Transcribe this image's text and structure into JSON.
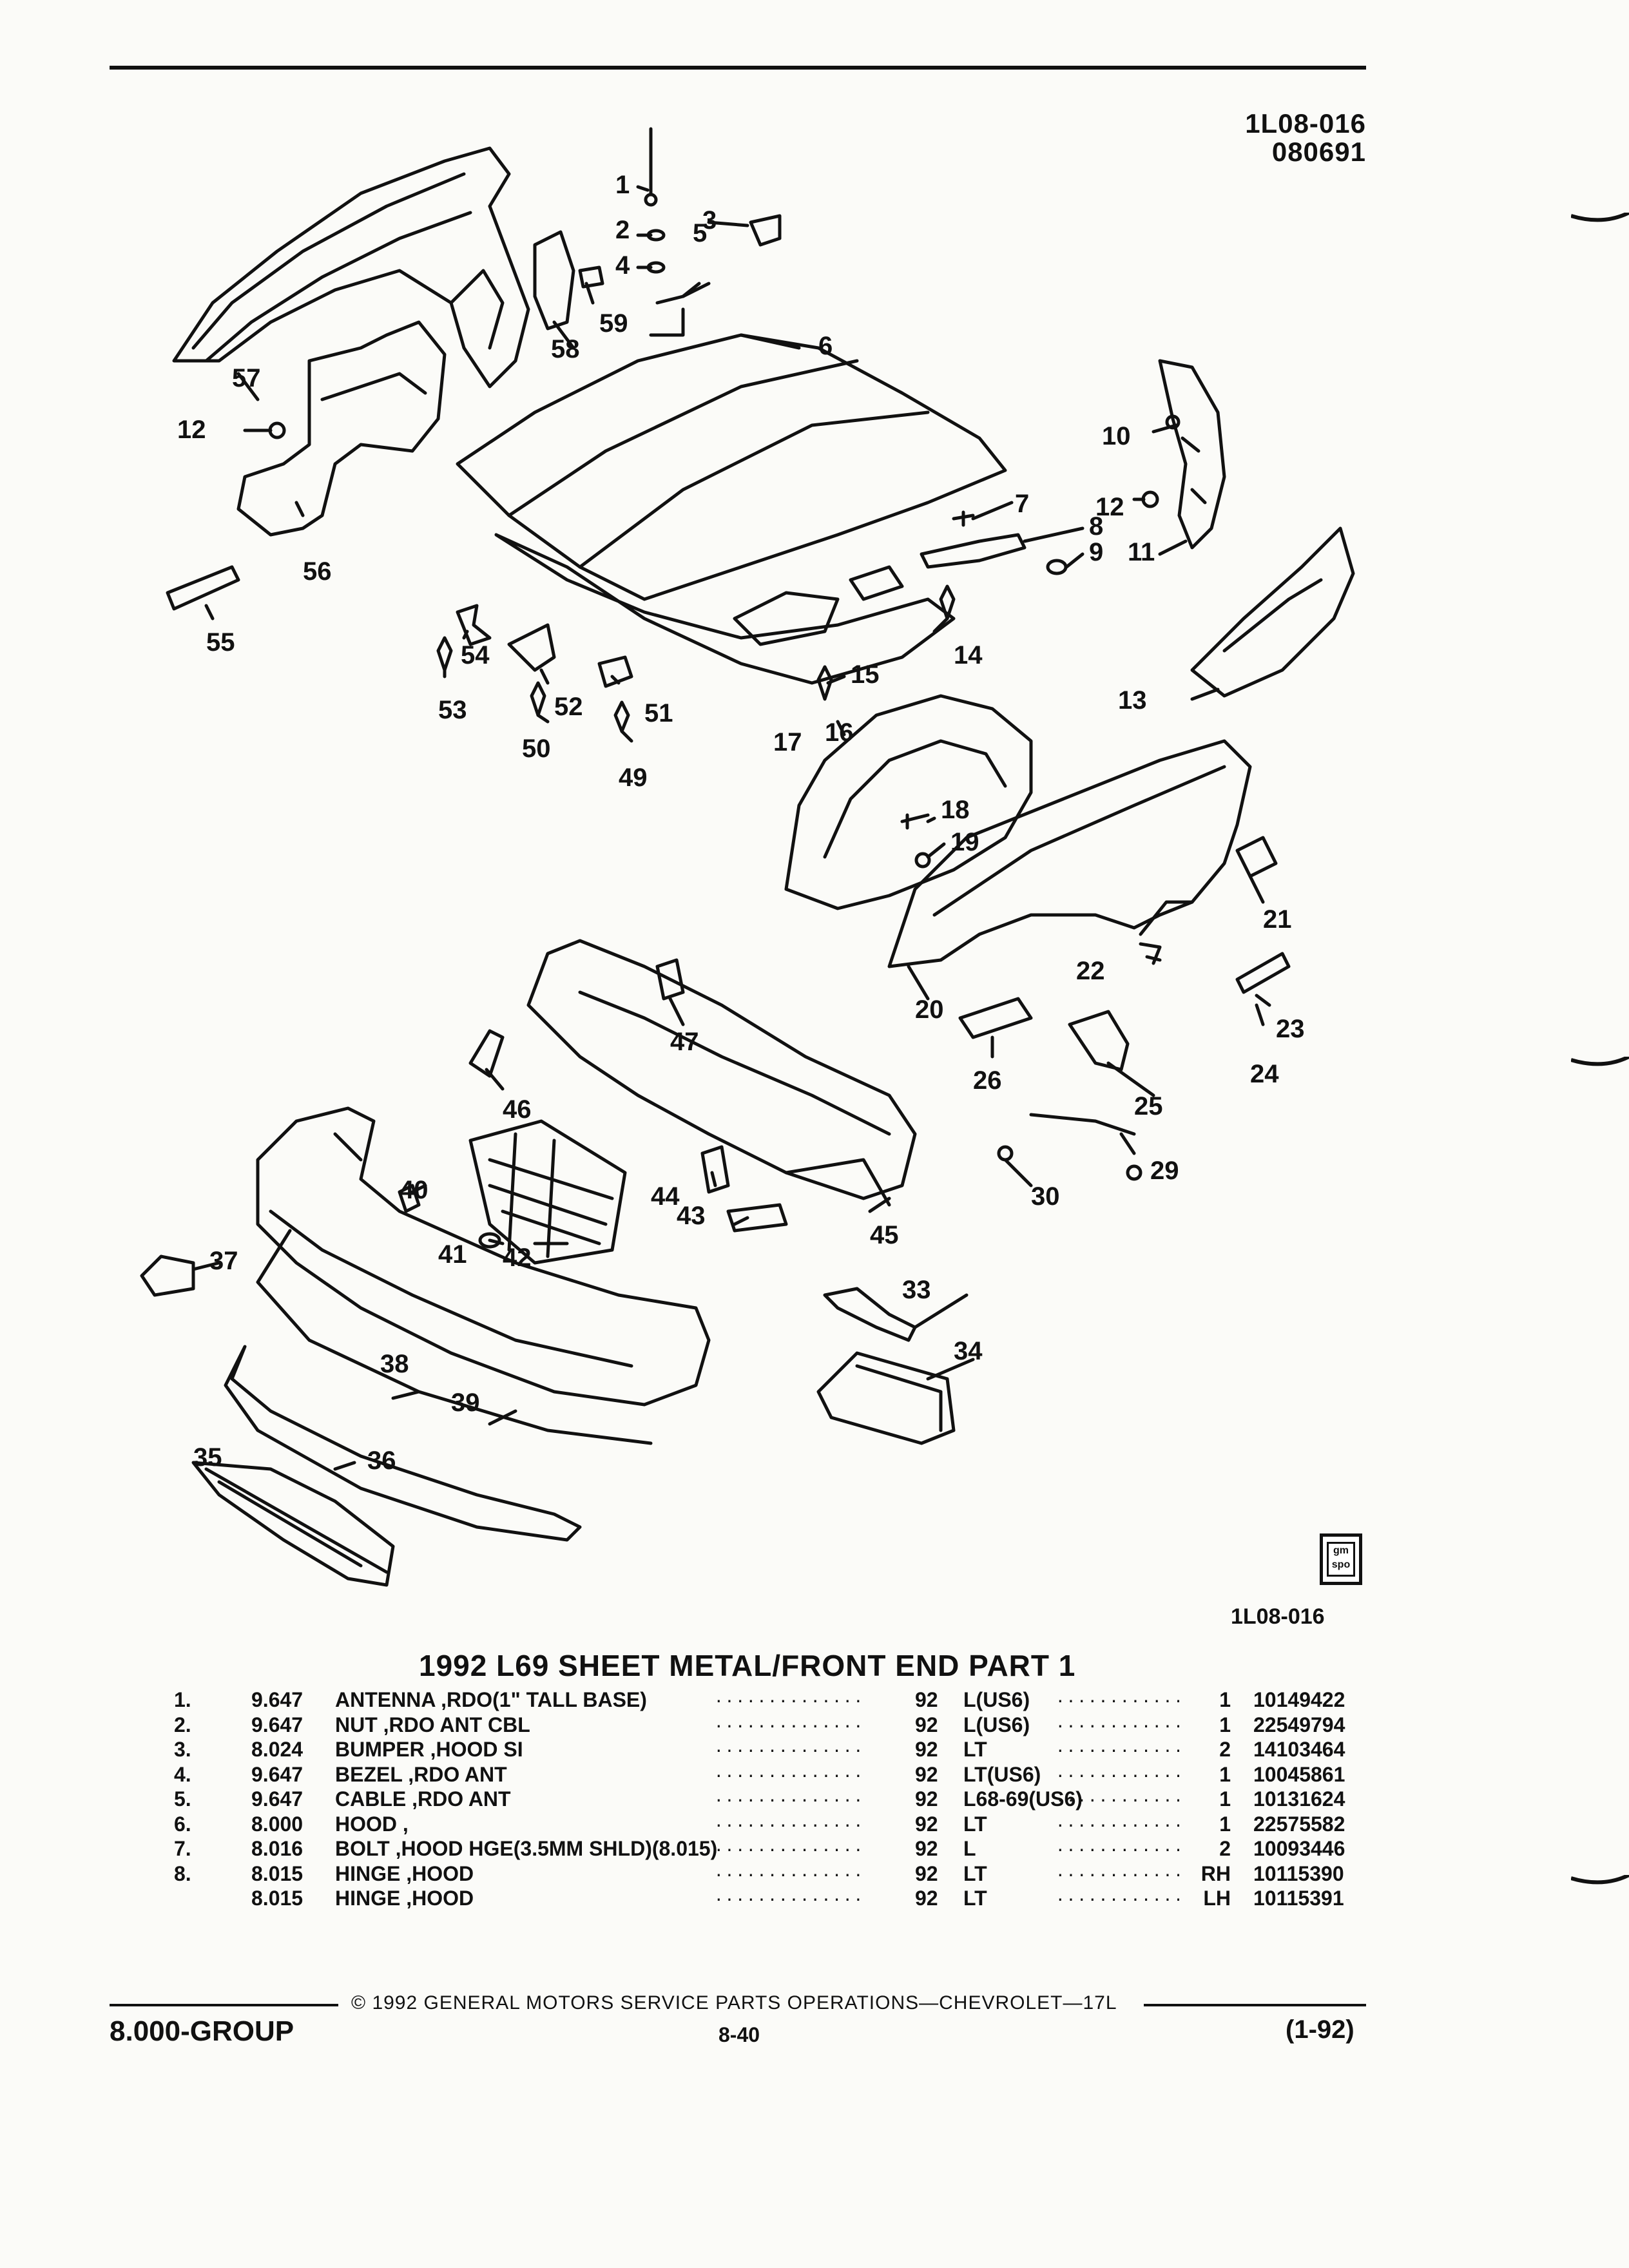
{
  "header": {
    "drawing_number": "1L08-016",
    "drawing_date": "080691"
  },
  "diagram": {
    "callouts": [
      "1",
      "2",
      "3",
      "4",
      "5",
      "6",
      "7",
      "8",
      "9",
      "10",
      "11",
      "12",
      "12",
      "13",
      "14",
      "15",
      "16",
      "17",
      "18",
      "19",
      "20",
      "21",
      "22",
      "23",
      "24",
      "25",
      "26",
      "29",
      "30",
      "33",
      "34",
      "35",
      "36",
      "37",
      "38",
      "39",
      "40",
      "41",
      "42",
      "43",
      "44",
      "45",
      "46",
      "47",
      "49",
      "50",
      "51",
      "52",
      "53",
      "54",
      "55",
      "56",
      "57",
      "58",
      "59"
    ],
    "logo_text": "gm spo",
    "sheet_ref": "1L08-016"
  },
  "section": {
    "title": "1992 L69 SHEET METAL/FRONT END PART 1",
    "parts": [
      {
        "num": "1.",
        "group": "9.647",
        "desc": "ANTENNA ,RDO(1\" TALL BASE)",
        "year": "92",
        "usage": "L(US6)",
        "qty": "1",
        "part": "10149422"
      },
      {
        "num": "2.",
        "group": "9.647",
        "desc": "NUT ,RDO ANT CBL",
        "year": "92",
        "usage": "L(US6)",
        "qty": "1",
        "part": "22549794"
      },
      {
        "num": "3.",
        "group": "8.024",
        "desc": "BUMPER ,HOOD SI",
        "year": "92",
        "usage": "LT",
        "qty": "2",
        "part": "14103464"
      },
      {
        "num": "4.",
        "group": "9.647",
        "desc": "BEZEL ,RDO ANT",
        "year": "92",
        "usage": "LT(US6)",
        "qty": "1",
        "part": "10045861"
      },
      {
        "num": "5.",
        "group": "9.647",
        "desc": "CABLE ,RDO ANT",
        "year": "92",
        "usage": "L68-69(US6)",
        "qty": "1",
        "part": "10131624"
      },
      {
        "num": "6.",
        "group": "8.000",
        "desc": "HOOD ,",
        "year": "92",
        "usage": "LT",
        "qty": "1",
        "part": "22575582"
      },
      {
        "num": "7.",
        "group": "8.016",
        "desc": "BOLT ,HOOD HGE(3.5MM SHLD)(8.015)",
        "year": "92",
        "usage": "L",
        "qty": "2",
        "part": "10093446"
      },
      {
        "num": "8.",
        "group": "8.015",
        "desc": "HINGE ,HOOD",
        "year": "92",
        "usage": "LT",
        "qty": "RH",
        "part": "10115390"
      },
      {
        "num": "",
        "group": "8.015",
        "desc": "HINGE ,HOOD",
        "year": "92",
        "usage": "LT",
        "qty": "LH",
        "part": "10115391"
      }
    ]
  },
  "footer": {
    "copyright": "© 1992 GENERAL MOTORS SERVICE PARTS OPERATIONS—CHEVROLET—17L",
    "group": "8.000-GROUP",
    "page": "8-40",
    "date": "(1-92)"
  }
}
